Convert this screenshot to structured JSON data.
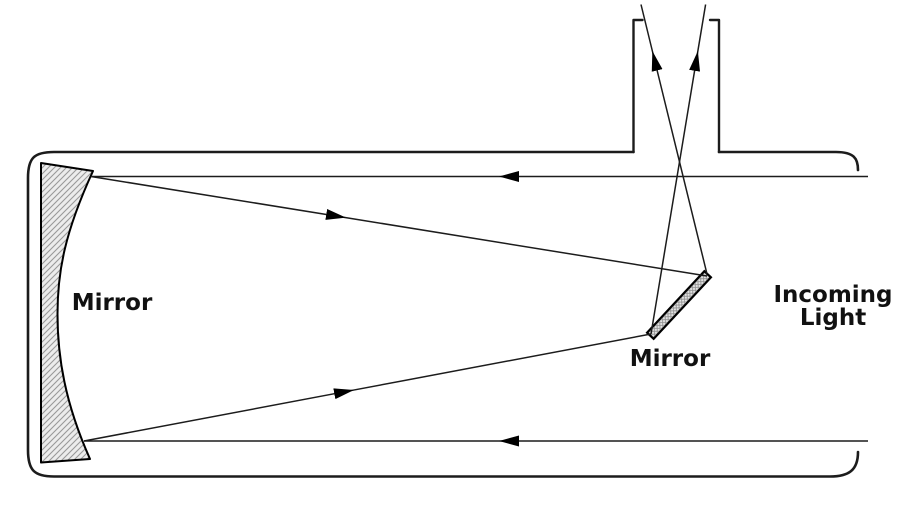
{
  "diagram": {
    "labels": {
      "primary_mirror": "Mirror",
      "secondary_mirror": "Mirror",
      "incoming_light_line1": "Incoming",
      "incoming_light_line2": "Light"
    },
    "colors": {
      "background": "#ffffff",
      "outline": "#1c1c1c",
      "ray": "#1c1c1c",
      "arrow": "#000000",
      "text": "#111111",
      "primary_mirror_fill": "#ececec",
      "secondary_mirror_fill": "#e2e2e2",
      "hatch_line": "#999999"
    }
  }
}
